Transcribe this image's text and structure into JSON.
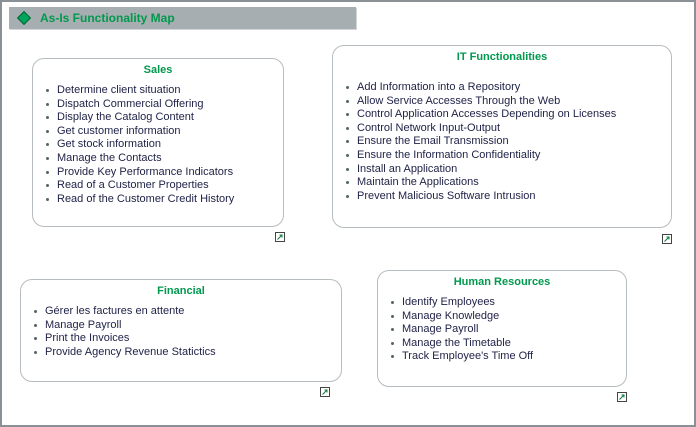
{
  "header": {
    "title": "As-Is Functionality Map"
  },
  "boxes": [
    {
      "id": "sales",
      "title": "Sales",
      "items": [
        "Determine client situation",
        "Dispatch Commercial Offering",
        "Display the Catalog Content",
        "Get customer information",
        "Get stock information",
        "Manage the Contacts",
        "Provide Key Performance Indicators",
        "Read of a Customer Properties",
        "Read of the Customer Credit History"
      ]
    },
    {
      "id": "it",
      "title": "IT Functionalities",
      "items": [
        "Add Information into a Repository",
        "Allow Service Accesses Through the Web",
        "Control Application Accesses Depending on Licenses",
        "Control Network Input-Output",
        "Ensure the Email Transmission",
        "Ensure the Information Confidentiality",
        "Install an Application",
        "Maintain the Applications",
        "Prevent Malicious Software Intrusion"
      ]
    },
    {
      "id": "financial",
      "title": "Financial",
      "items": [
        "Gérer les factures en attente",
        "Manage Payroll",
        "Print the Invoices",
        "Provide Agency Revenue Statictics"
      ]
    },
    {
      "id": "hr",
      "title": "Human Resources",
      "items": [
        "Identify Employees",
        "Manage Knowledge",
        "Manage Payroll",
        "Manage the Timetable",
        "Track Employee's Time Off"
      ]
    }
  ],
  "icons": {
    "header_icon": "diamond-icon",
    "corner_icon": "assignment-icon"
  },
  "colors": {
    "accent_green": "#00994d",
    "header_bg": "#a7aeb1",
    "box_border": "#b6bcbf",
    "text": "#1e2146"
  }
}
